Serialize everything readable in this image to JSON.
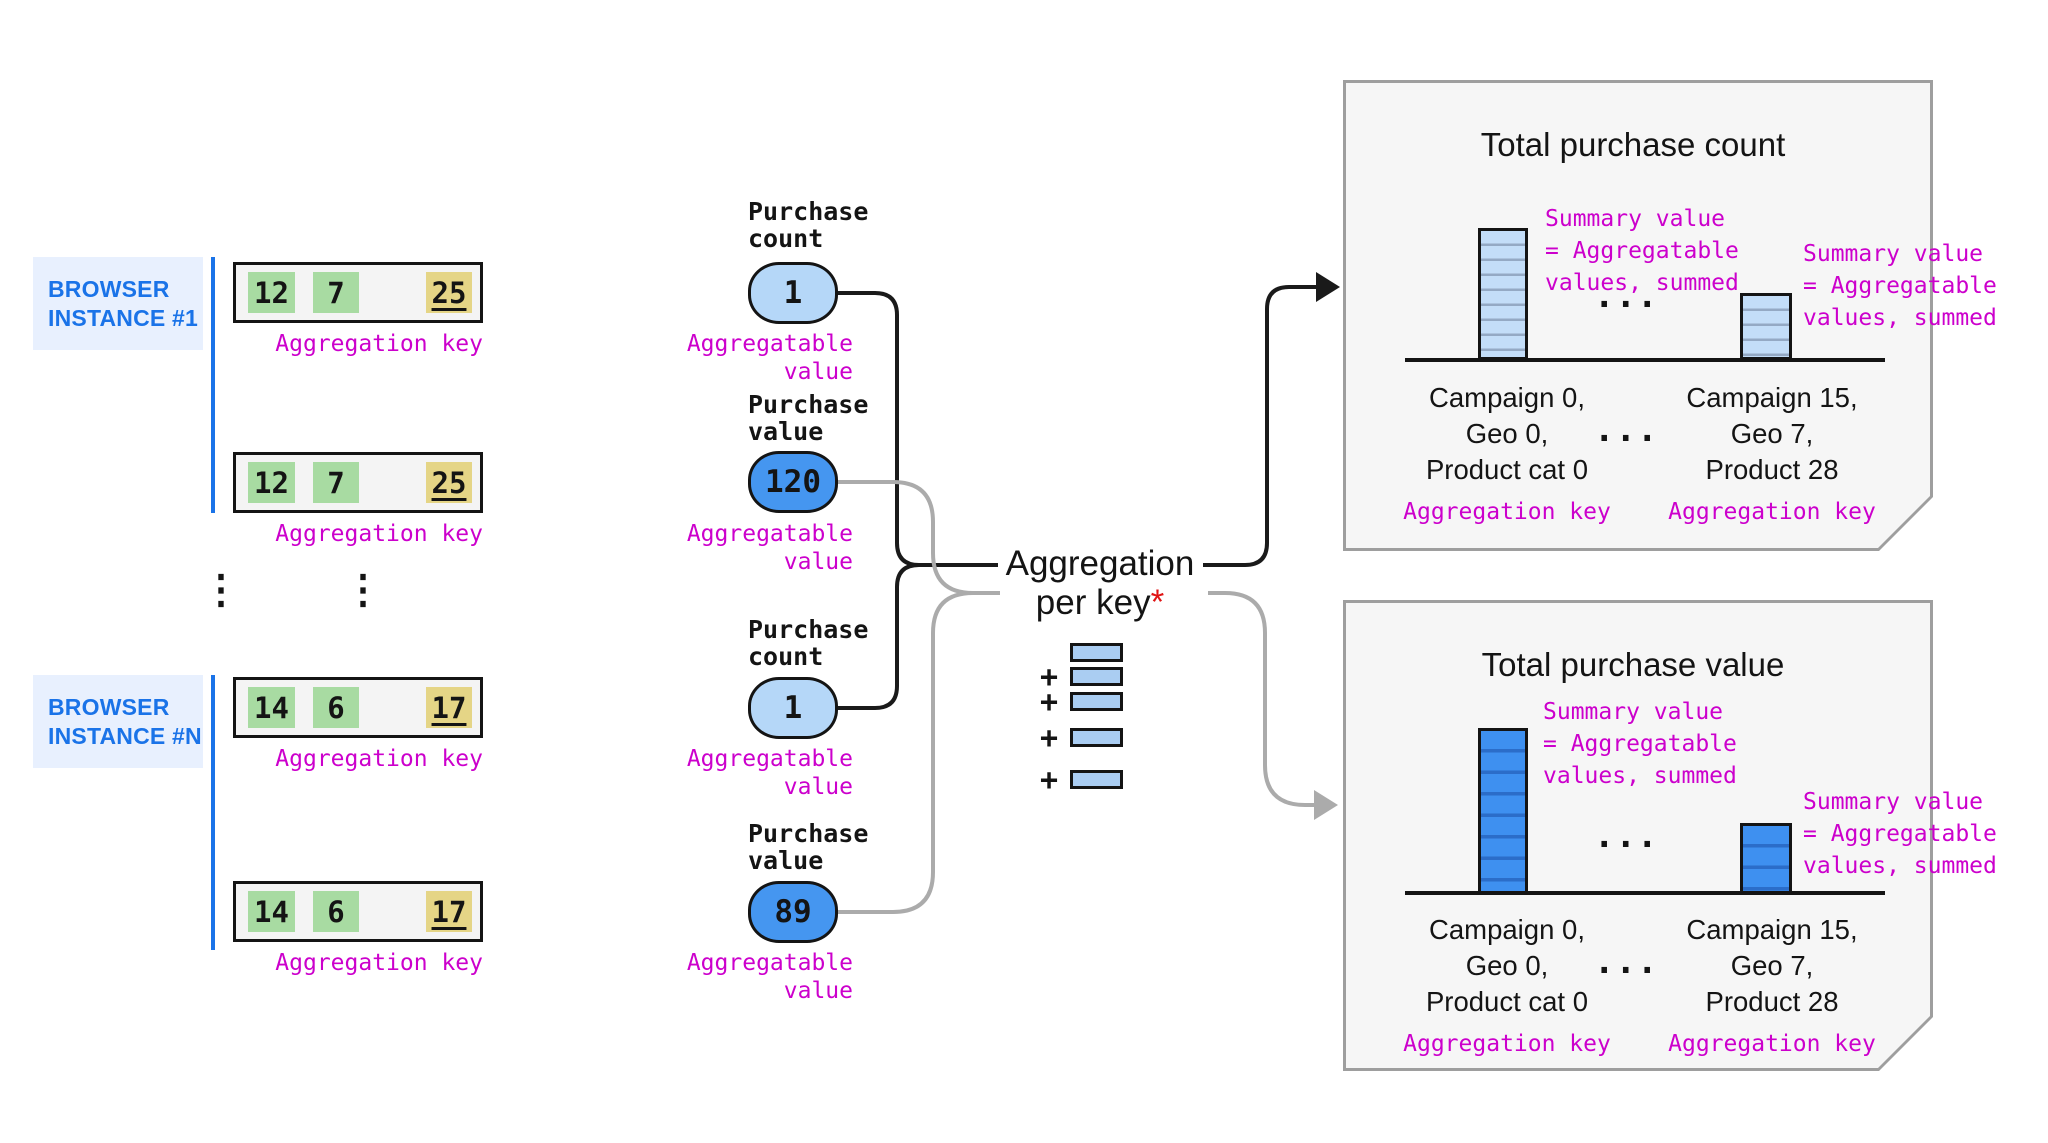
{
  "instances": {
    "first": {
      "line1": "BROWSER",
      "line2": "INSTANCE #1"
    },
    "nth": {
      "line1": "BROWSER",
      "line2": "INSTANCE #N"
    }
  },
  "key_rows": [
    {
      "c1": "12",
      "c2": "7",
      "c3": "25"
    },
    {
      "c1": "12",
      "c2": "7",
      "c3": "25"
    },
    {
      "c1": "14",
      "c2": "6",
      "c3": "17"
    },
    {
      "c1": "14",
      "c2": "6",
      "c3": "17"
    }
  ],
  "captions": {
    "aggregation_key": "Aggregation key",
    "aggregatable_line1": "Aggregatable",
    "aggregatable_line2": "value"
  },
  "metrics": [
    {
      "t1": "Purchase",
      "t2": "count",
      "value": "1"
    },
    {
      "t1": "Purchase",
      "t2": "value",
      "value": "120"
    },
    {
      "t1": "Purchase",
      "t2": "count",
      "value": "1"
    },
    {
      "t1": "Purchase",
      "t2": "value",
      "value": "89"
    }
  ],
  "aggregation": {
    "line1": "Aggregation",
    "line2": "per key",
    "asterisk": "*",
    "plus": "+"
  },
  "dots_v": "⋮",
  "dots_h": "...",
  "cards": [
    {
      "title": "Total purchase count",
      "sum_l1": "Summary value",
      "sum_l2": "= Aggregatable",
      "sum_l3": "values, summed",
      "k1l1": "Campaign 0,",
      "k1l2": "Geo 0,",
      "k1l3": "Product cat 0",
      "k2l1": "Campaign 15,",
      "k2l2": "Geo 7,",
      "k2l3": "Product 28",
      "caption": "Aggregation key"
    },
    {
      "title": "Total purchase value",
      "sum_l1": "Summary value",
      "sum_l2": "= Aggregatable",
      "sum_l3": "values, summed",
      "k1l1": "Campaign 0,",
      "k1l2": "Geo 0,",
      "k1l3": "Product cat 0",
      "k2l1": "Campaign 15,",
      "k2l2": "Geo 7,",
      "k2l3": "Product 28",
      "caption": "Aggregation key"
    }
  ],
  "colors": {
    "accent_blue": "#1a73e8",
    "magenta": "#cc00cc",
    "pill_light": "#b5d7f8",
    "pill_dark": "#4596f0",
    "cell_green": "#a8dba2",
    "cell_yellow": "#e5d586",
    "count_bar": "#c3ddf8",
    "value_bar": "#3e90f0",
    "asterisk_red": "#e01414",
    "connector_gray": "#ababab",
    "connector_black": "#1a1a1a"
  }
}
